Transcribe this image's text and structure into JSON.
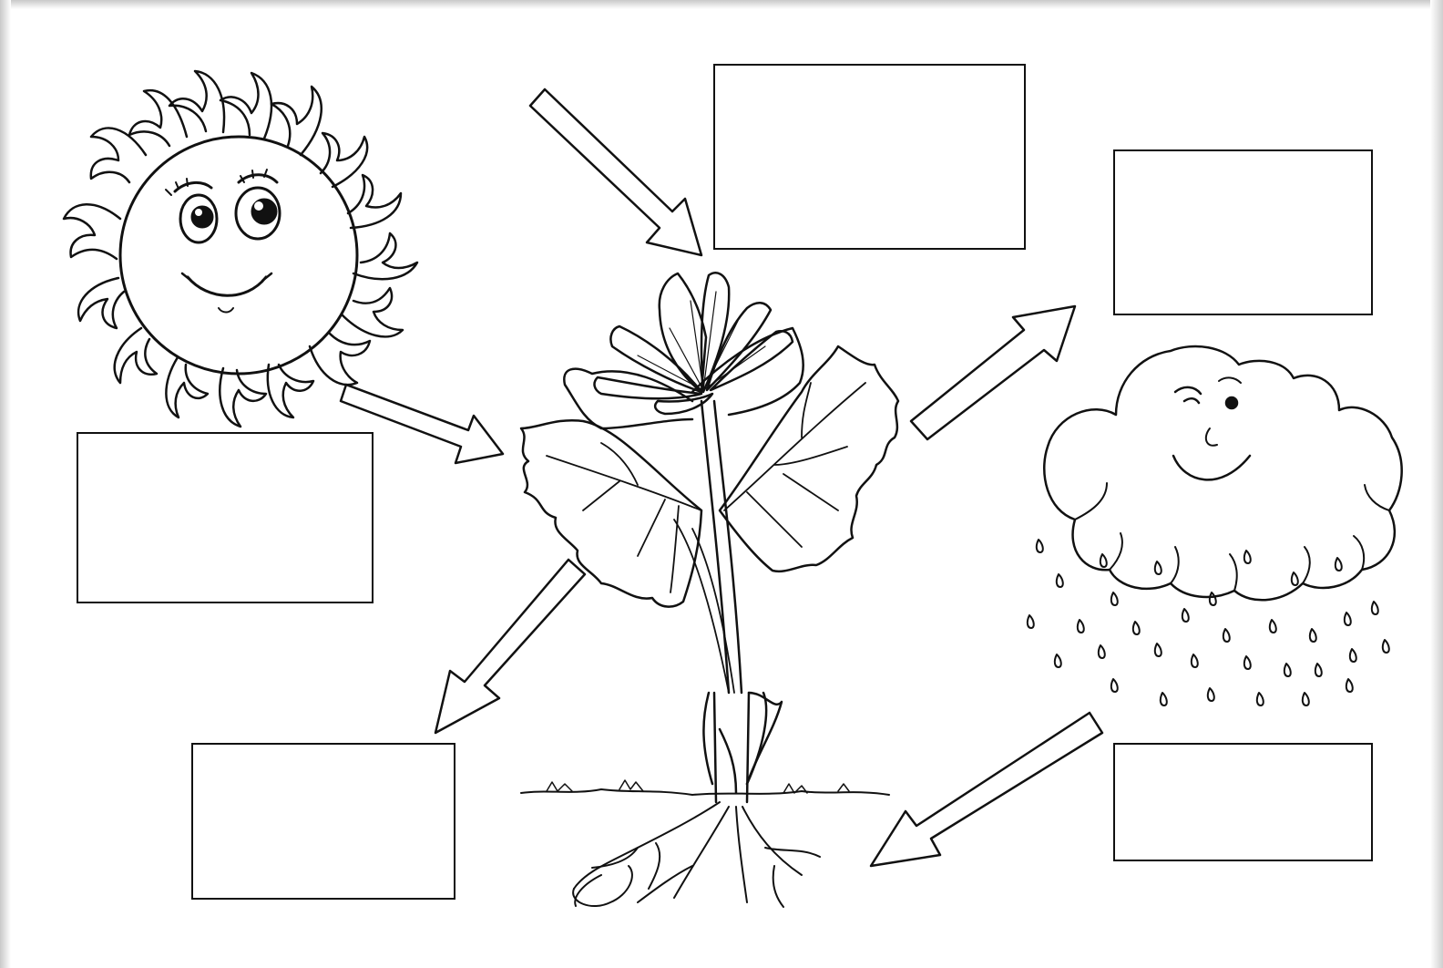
{
  "worksheet": {
    "colors": {
      "ink": "#111111",
      "paper": "#ffffff"
    },
    "icons": [
      "sun-icon",
      "flower-plant-icon",
      "rain-cloud-icon"
    ],
    "answer_boxes": [
      {
        "id": "sun-label-box",
        "value": ""
      },
      {
        "id": "top-center-box",
        "value": ""
      },
      {
        "id": "top-right-box",
        "value": ""
      },
      {
        "id": "bottom-left-box",
        "value": ""
      },
      {
        "id": "bottom-right-box",
        "value": ""
      }
    ]
  }
}
